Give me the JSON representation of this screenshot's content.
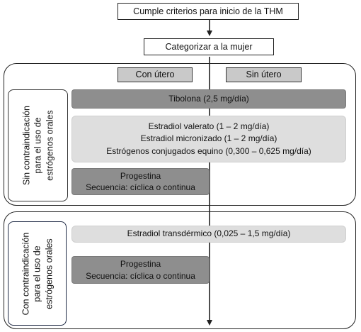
{
  "top": {
    "criteria": "Cumple criterios para inicio de la THM",
    "categorize": "Categorizar a la mujer"
  },
  "headers": {
    "with_uterus": "Con útero",
    "without_uterus": "Sin útero"
  },
  "section_no_contra": {
    "label_lines": [
      "Sin contraindicación",
      "para el uso de",
      "estrógenos orales"
    ],
    "tibolona": "Tibolona (2,5 mg/día)",
    "estrogens": [
      "Estradiol valerato (1 – 2 mg/día)",
      "Estradiol micronizado (1 – 2 mg/día)",
      "Estrógenos conjugados equino (0,300 – 0,625 mg/día)"
    ],
    "progestin": [
      "Progestina",
      "Secuencia: cíclica o continua"
    ]
  },
  "section_contra": {
    "label_lines": [
      "Con contraindicación",
      "para el uso de",
      "estrógenos orales"
    ],
    "transdermal": "Estradiol transdérmico (0,025 – 1,5 mg/día)",
    "progestin": [
      "Progestina",
      "Secuencia: cíclica o continua"
    ]
  }
}
